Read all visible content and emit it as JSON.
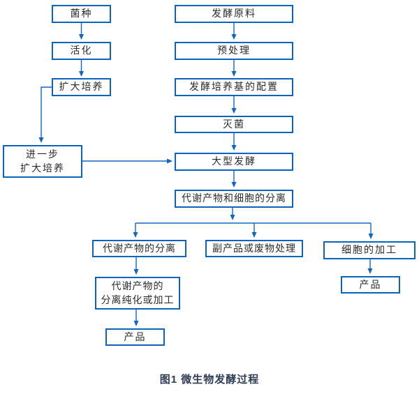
{
  "diagram": {
    "caption": "图1 微生物发酵过程",
    "colors": {
      "box_border": "#0b63c0",
      "arrow": "#1166c4",
      "box_text": "#2b2b2b",
      "caption_text": "#2e3c55",
      "background": "#ffffff"
    },
    "nodes": [
      {
        "id": "seed",
        "label": "菌种"
      },
      {
        "id": "activate",
        "label": "活化"
      },
      {
        "id": "expand",
        "label": "扩大培养"
      },
      {
        "id": "further-expand",
        "label": "进一步\n扩大培养"
      },
      {
        "id": "raw-material",
        "label": "发酵原料"
      },
      {
        "id": "pretreat",
        "label": "预处理"
      },
      {
        "id": "medium-config",
        "label": "发酵培养基的配置"
      },
      {
        "id": "sterilize",
        "label": "灭菌"
      },
      {
        "id": "large-ferment",
        "label": "大型发酵"
      },
      {
        "id": "separate",
        "label": "代谢产物和细胞的分离"
      },
      {
        "id": "metabolite-sep",
        "label": "代谢产物的分离"
      },
      {
        "id": "byproduct",
        "label": "副产品或废物处理"
      },
      {
        "id": "cell-process",
        "label": "细胞的加工"
      },
      {
        "id": "purify",
        "label": "代谢产物的\n分离纯化或加工"
      },
      {
        "id": "product-left",
        "label": "产品"
      },
      {
        "id": "product-right",
        "label": "产品"
      }
    ],
    "edges": [
      {
        "from": "seed",
        "to": "activate"
      },
      {
        "from": "activate",
        "to": "expand"
      },
      {
        "from": "expand",
        "to": "further-expand"
      },
      {
        "from": "further-expand",
        "to": "large-ferment"
      },
      {
        "from": "raw-material",
        "to": "pretreat"
      },
      {
        "from": "pretreat",
        "to": "medium-config"
      },
      {
        "from": "medium-config",
        "to": "sterilize"
      },
      {
        "from": "sterilize",
        "to": "large-ferment"
      },
      {
        "from": "large-ferment",
        "to": "separate"
      },
      {
        "from": "separate",
        "to": "metabolite-sep"
      },
      {
        "from": "separate",
        "to": "byproduct"
      },
      {
        "from": "separate",
        "to": "cell-process"
      },
      {
        "from": "metabolite-sep",
        "to": "purify"
      },
      {
        "from": "purify",
        "to": "product-left"
      },
      {
        "from": "cell-process",
        "to": "product-right"
      }
    ]
  }
}
